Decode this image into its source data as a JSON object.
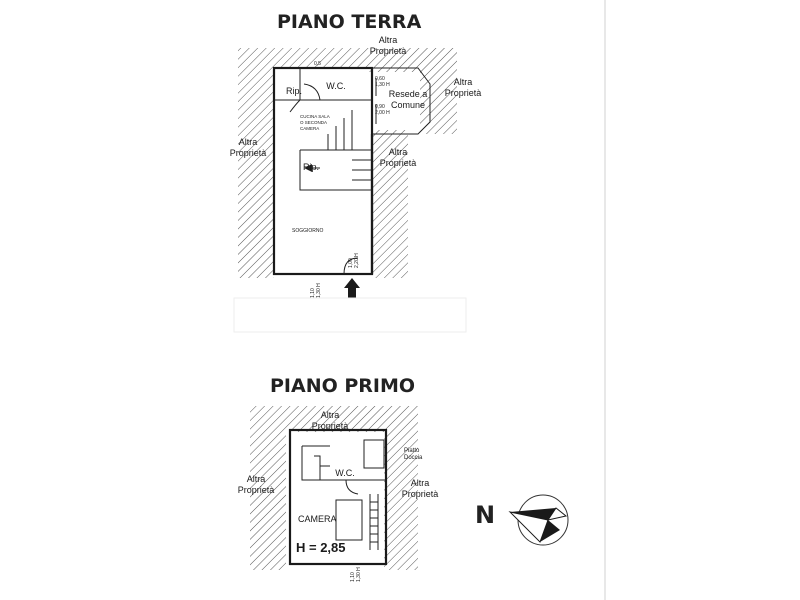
{
  "ground_floor": {
    "title": "PIANO TERRA",
    "neighbor_top": [
      "Altra",
      "Proprietà"
    ],
    "neighbor_left": [
      "Altra",
      "Proprietà"
    ],
    "neighbor_right_top": [
      "Altra",
      "Proprietà"
    ],
    "neighbor_right_mid": [
      "Altra",
      "Proprietà"
    ],
    "wc": "W.C.",
    "rip_top": "Rip.",
    "rip_mid": "Rip.",
    "kitchen": [
      "CUCINA SALA",
      "O SECONDA",
      "CAMERA"
    ],
    "living": "SOGGIORNO",
    "common_area": [
      "Resede a",
      "Comune"
    ],
    "dim_top": "0,5",
    "window_1": [
      "0,60",
      "1,30 H"
    ],
    "window_2": [
      "0,90",
      "2,00 H"
    ],
    "door_dim": [
      "1,00",
      "2,20 H"
    ],
    "bottom_dim": [
      "1,10",
      "1,30 H"
    ]
  },
  "first_floor": {
    "title": "PIANO PRIMO",
    "neighbor_top": [
      "Altra",
      "Proprietà"
    ],
    "neighbor_left": [
      "Altra",
      "Proprietà"
    ],
    "neighbor_right": [
      "Altra",
      "Proprietà"
    ],
    "shower": [
      "Piatto",
      "Doccia"
    ],
    "wc": "W.C.",
    "bedroom": "CAMERA",
    "height": "H = 2,85",
    "bottom_dim": [
      "1,10",
      "1,30 H"
    ]
  },
  "compass": {
    "label": "N"
  }
}
